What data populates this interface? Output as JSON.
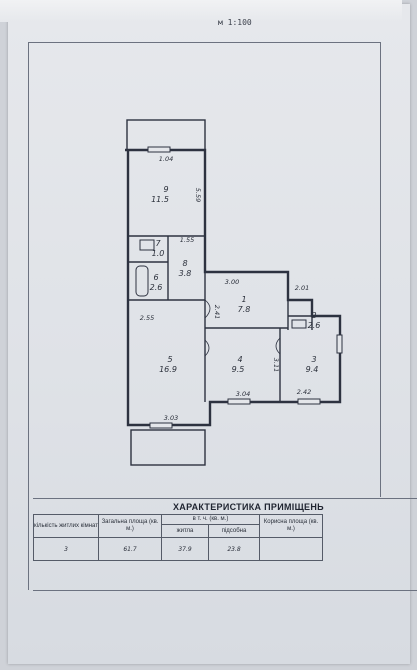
{
  "scale": "м 1:100",
  "rooms": [
    {
      "no": "9",
      "area": "11.5"
    },
    {
      "no": "7",
      "area": "1.0"
    },
    {
      "no": "8",
      "area": "3.8"
    },
    {
      "no": "6",
      "area": "2.6"
    },
    {
      "no": "1",
      "area": "7.8"
    },
    {
      "no": "2",
      "area": "2.6"
    },
    {
      "no": "5",
      "area": "16.9"
    },
    {
      "no": "4",
      "area": "9.5"
    },
    {
      "no": "3",
      "area": "9.4"
    }
  ],
  "dimensions": {
    "top_width": "1.04",
    "side_1": "5.59",
    "small": "1.55",
    "hall_top": "3.00",
    "right_top": "2.01",
    "side_2": "2.55",
    "side_3": "2.41",
    "side_4": "3.11",
    "bottom_mid": "3.04",
    "bottom_right": "2.42",
    "bottom_left": "3.03"
  },
  "table": {
    "title": "ХАРАКТЕРИСТИКА ПРИМІЩЕНЬ",
    "headers": {
      "rooms_count": "кількість житлих кімнат",
      "total_area": "Загальна площа (кв. м.)",
      "including": "в т. ч. (кв. м.)",
      "living": "житла",
      "auxiliary": "підсобна",
      "useful_area": "Корисна площа (кв. м.)"
    },
    "values": {
      "rooms_count": "3",
      "total_area": "61.7",
      "living": "37.9",
      "auxiliary": "23.8",
      "useful_area": ""
    }
  }
}
